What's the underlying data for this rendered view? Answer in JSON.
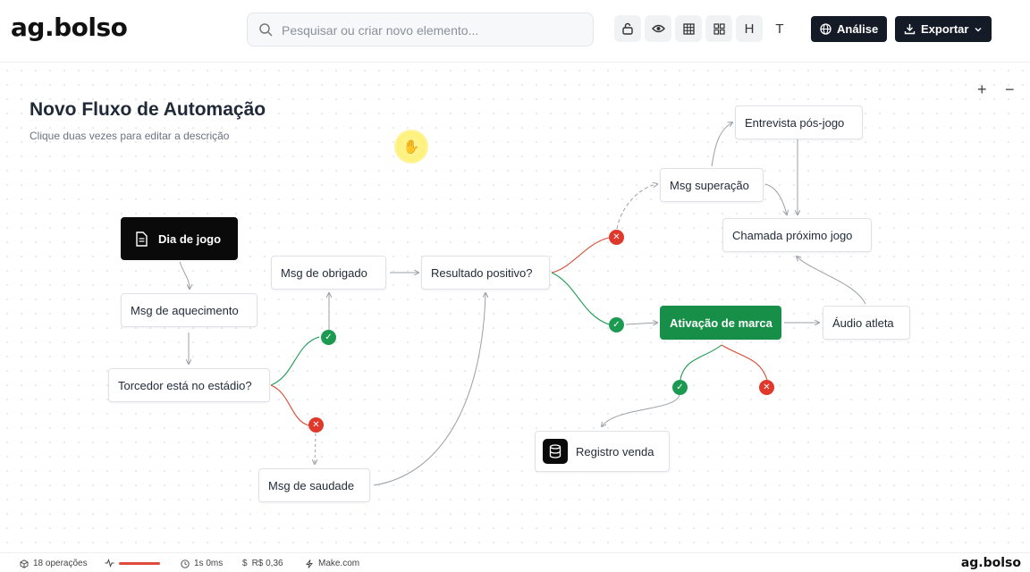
{
  "header": {
    "logo": "ag.bolso",
    "search_placeholder": "Pesquisar ou criar novo elemento...",
    "tools": {
      "heading_label": "H",
      "text_label": "T"
    },
    "analysis_label": "Análise",
    "export_label": "Exportar"
  },
  "flow": {
    "title": "Novo Fluxo de Automação",
    "description": "Clique duas vezes para editar a descrição"
  },
  "nodes": {
    "dia_de_jogo": "Dia de jogo",
    "msg_aquecimento": "Msg de aquecimento",
    "torcedor_estadio": "Torcedor está no estádio?",
    "msg_obrigado": "Msg de obrigado",
    "resultado_positivo": "Resultado positivo?",
    "msg_saudade": "Msg de saudade",
    "msg_superacao": "Msg superação",
    "entrevista": "Entrevista pós-jogo",
    "chamada_proximo": "Chamada próximo jogo",
    "ativacao_marca": "Ativação de marca",
    "audio_atleta": "Áudio atleta",
    "registro_venda": "Registro venda"
  },
  "footer": {
    "operations": "18 operações",
    "duration": "1s 0ms",
    "cost": "R$ 0,36",
    "platform": "Make.com",
    "logo": "ag.bolso"
  },
  "colors": {
    "accent_green": "#178f48",
    "yes_badge": "#1c9a52",
    "no_badge": "#e0392b",
    "dark": "#151a27"
  }
}
